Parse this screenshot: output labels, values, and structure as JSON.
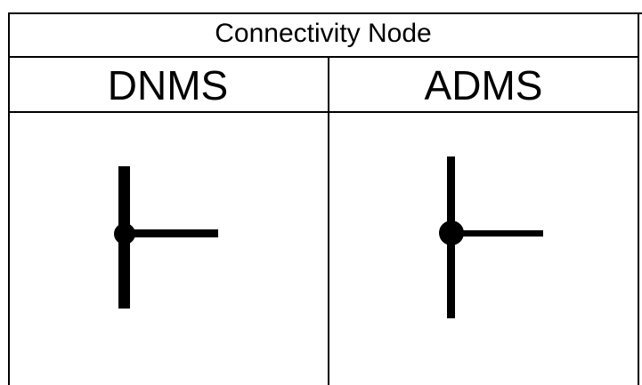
{
  "table": {
    "title": "Connectivity Node",
    "columns": [
      {
        "label": "DNMS",
        "symbol": "connectivity-node-tee-symbol"
      },
      {
        "label": "ADMS",
        "symbol": "connectivity-node-tee-symbol"
      }
    ]
  },
  "colors": {
    "line": "#000000",
    "background": "#ffffff"
  }
}
